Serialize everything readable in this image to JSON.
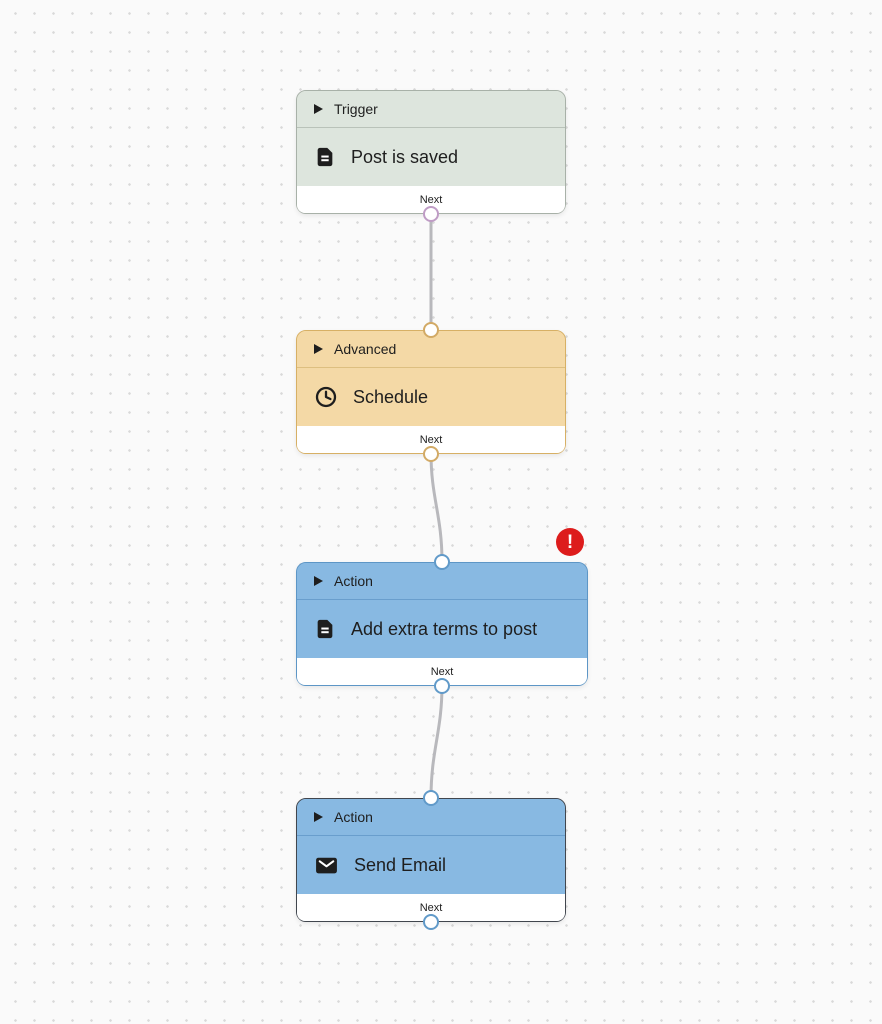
{
  "canvas": {
    "background_color": "#fafafa",
    "dot_color": "#d9d9d9",
    "edge_color": "#b8b8bc"
  },
  "nodes": [
    {
      "category": "Trigger",
      "title": "Post is saved",
      "icon": "post-document-icon",
      "footer_label": "Next",
      "colors": {
        "fill": "#dde5dd",
        "border": "#a8b1a8",
        "separator": "#b9c2b9",
        "handle": "#bf9cc5"
      }
    },
    {
      "category": "Advanced",
      "title": "Schedule",
      "icon": "clock-icon",
      "footer_label": "Next",
      "colors": {
        "fill": "#f4d9a6",
        "border": "#d7b065",
        "separator": "#ddbf80",
        "handle": "#d2aa66"
      }
    },
    {
      "category": "Action",
      "title": "Add extra terms to post",
      "icon": "post-document-icon",
      "footer_label": "Next",
      "has_error": true,
      "colors": {
        "fill": "#88b9e2",
        "border": "#5d96c6",
        "separator": "#699ecd",
        "handle": "#619ac9"
      }
    },
    {
      "category": "Action",
      "title": "Send Email",
      "icon": "email-icon",
      "footer_label": "Next",
      "selected": true,
      "colors": {
        "fill": "#88b9e2",
        "border": "#41464e",
        "separator": "#699ecd",
        "handle": "#619ac9"
      }
    }
  ],
  "error_badge": {
    "symbol": "!",
    "color": "#dd1c1c"
  }
}
